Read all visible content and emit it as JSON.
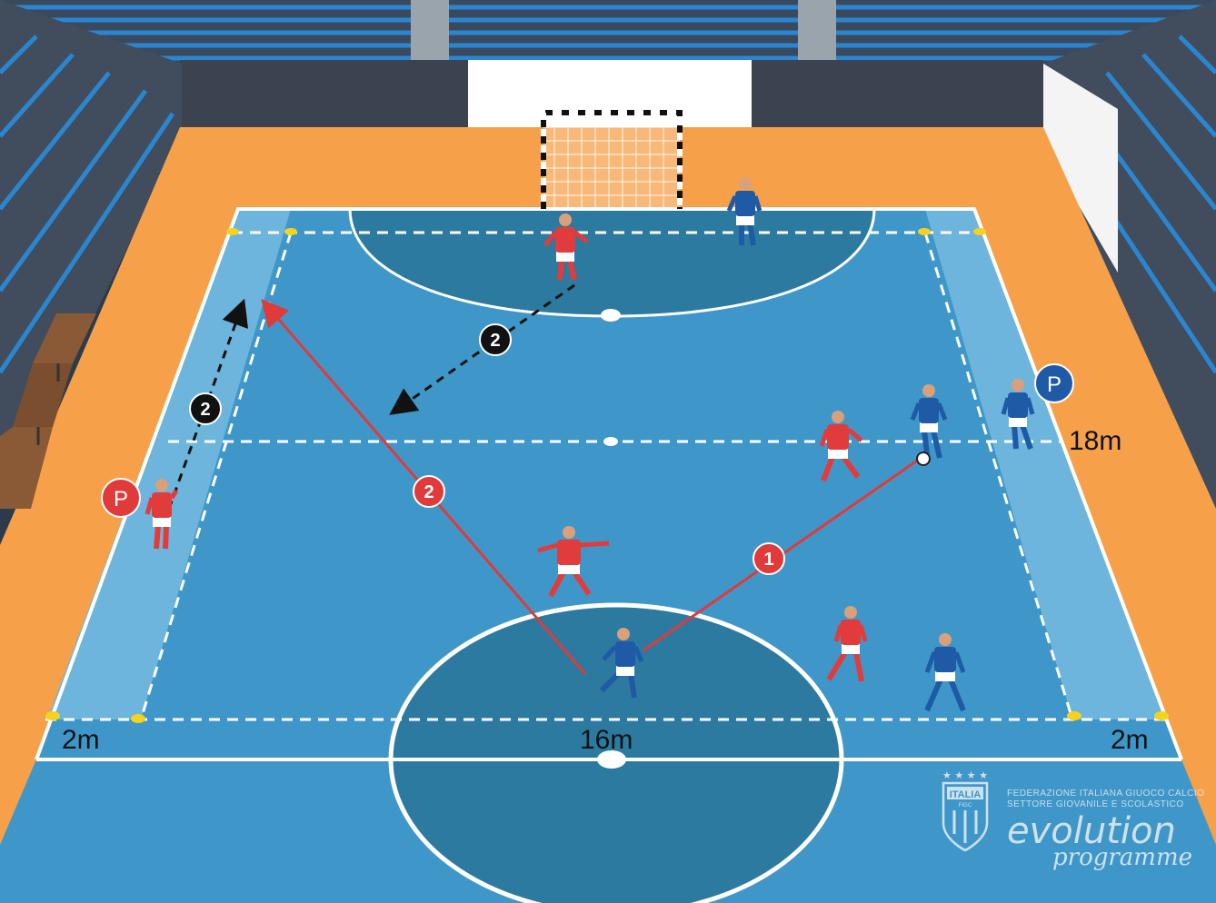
{
  "measurements": {
    "left_width": "2m",
    "right_width": "2m",
    "center_width": "16m",
    "length": "18m"
  },
  "badges": {
    "pass_1": "1",
    "pass_2": "2",
    "run_2_center": "2",
    "run_2_left": "2",
    "player_red": "P",
    "player_blue": "P"
  },
  "logo": {
    "federation": "FEDERAZIONE ITALIANA GIUOCO CALCIO",
    "sector": "SETTORE GIOVANILE E SCOLASTICO",
    "wordmark": "evolution",
    "subtitle": "programme",
    "shield": "ITALIA",
    "shield_sub": "FIGC"
  },
  "colors": {
    "court_blue": "#3f97c9",
    "zone_light": "#6db5dc",
    "area_dark": "#2c7aa0",
    "surround_orange": "#f6a14a",
    "team_red": "#e23b3b",
    "team_blue": "#1f5aa6",
    "pass_line": "#e03a3a",
    "run_line": "#111111"
  }
}
